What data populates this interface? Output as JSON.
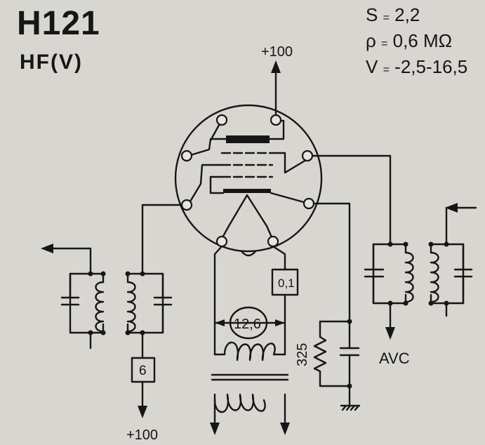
{
  "header": {
    "tube_type": "H121",
    "function": "HF(V)"
  },
  "specs": [
    {
      "symbol": "S",
      "sep": "=",
      "value": "2,2"
    },
    {
      "symbol": "ρ",
      "sep": "=",
      "value": "0,6 MΩ"
    },
    {
      "symbol": "V",
      "sep": "=",
      "value": "-2,5-16,5"
    }
  ],
  "labels": {
    "anode_supply": "+100",
    "screen_supply": "+100",
    "screen_resistor": "6",
    "heater_resistor": "0,1",
    "heater_voltage": "12,6",
    "cathode_resistor": "325",
    "avc": "AVC"
  }
}
